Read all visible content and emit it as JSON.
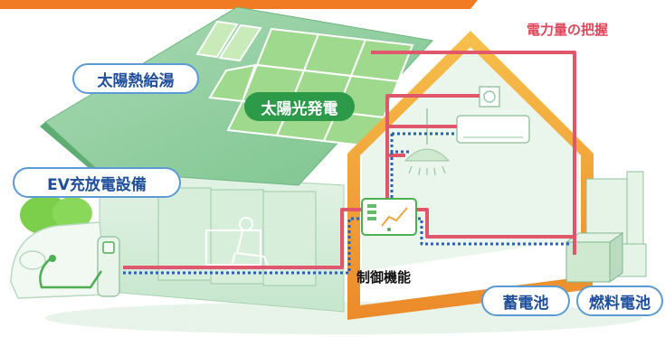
{
  "labels": {
    "solar_thermal": "太陽熱給湯",
    "solar_pv": "太陽光発電",
    "ev_charging": "EV充放電設備",
    "power_monitoring": "電力量の把握",
    "control_function": "制御機能",
    "storage_battery": "蓄電池",
    "fuel_cell": "燃料電池"
  },
  "colors": {
    "header_bar": "#f07b22",
    "power_line": "#e0566a",
    "control_line": "#2b5fb0",
    "house_frame": "#f2a43a",
    "label_border": "#5b9bd5",
    "label_text": "#1f4e9a",
    "pv_label_bg": "#2d9a4a"
  }
}
